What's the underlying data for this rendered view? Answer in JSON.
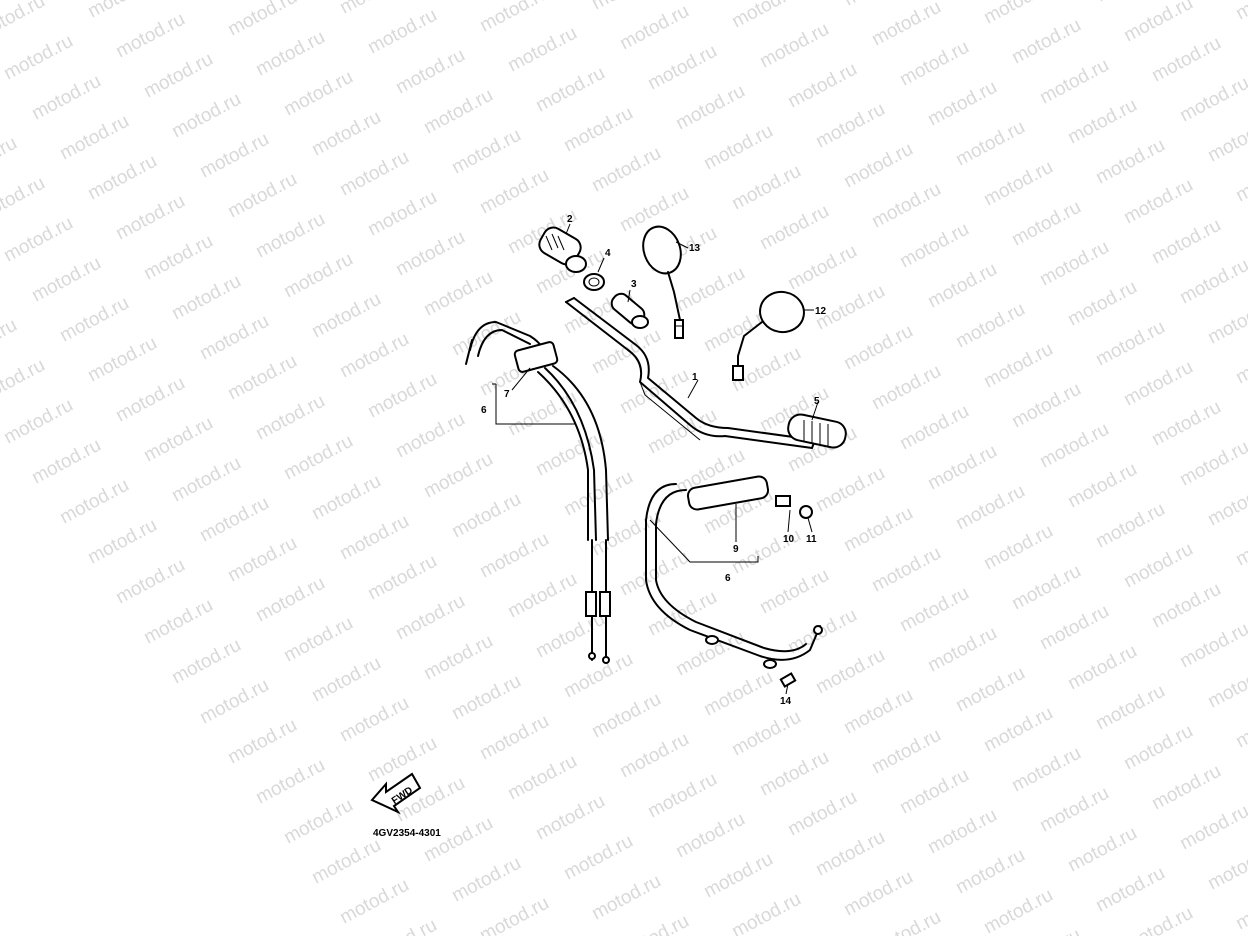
{
  "watermark": {
    "text": "motod.ru"
  },
  "diagram": {
    "code": "4GV2354-4301",
    "fwd_label": "FWD",
    "callouts": [
      {
        "id": "n1",
        "text": "1"
      },
      {
        "id": "n2",
        "text": "2"
      },
      {
        "id": "n3",
        "text": "3"
      },
      {
        "id": "n4",
        "text": "4"
      },
      {
        "id": "n5",
        "text": "5"
      },
      {
        "id": "n6a",
        "text": "6"
      },
      {
        "id": "n6b",
        "text": "6"
      },
      {
        "id": "n7",
        "text": "7"
      },
      {
        "id": "n9",
        "text": "9"
      },
      {
        "id": "n10",
        "text": "10"
      },
      {
        "id": "n11",
        "text": "11"
      },
      {
        "id": "n12",
        "text": "12"
      },
      {
        "id": "n13",
        "text": "13"
      },
      {
        "id": "n14",
        "text": "14"
      }
    ]
  }
}
